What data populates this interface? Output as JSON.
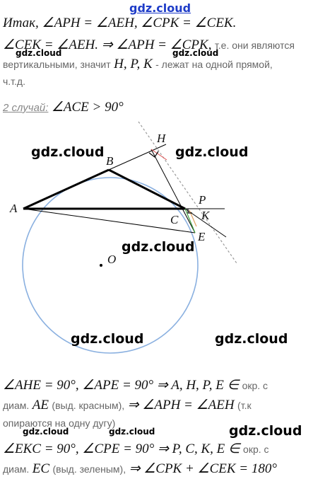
{
  "watermark": {
    "top": "gdz.cloud",
    "big": "gdz.cloud",
    "small": "gdz.cloud"
  },
  "lines": {
    "line1": "Итак, ∠APH = ∠AEH, ∠CPK = ∠CEK.",
    "line2_math": "∠CEK = ∠AEH. ⇒ ∠APH = ∠CPK,",
    "line2_text": "т.е. они являются",
    "line3_text1": "вертикальными, значит",
    "line3_math": "H, P, K",
    "line3_text2": "- лежат на одной прямой,",
    "line4_text": "ч.т.д.",
    "case_label": "2 случай:",
    "case_math": "∠ACE > 90°",
    "b1_math": "∠AHE = 90°, ∠APE = 90° ⇒ A, H, P, E ∈",
    "b1_text": "окр. с",
    "b2_text1": "диам.",
    "b2_math1": "AE",
    "b2_text2": "(выд. красным),",
    "b2_math2": "⇒ ∠APH = ∠AEH",
    "b2_text3": "(т.к",
    "b3_text": "опираются на одну дугу)",
    "b4_math": "∠EKC = 90°, ∠CPE = 90° ⇒ P, C, K, E ∈",
    "b4_text": "окр. с",
    "b5_text1": "диам.",
    "b5_math1": "EC",
    "b5_text2": "(выд. зеленым),",
    "b5_math2": "⇒ ∠CPK + ∠CEK = 180°"
  },
  "figure": {
    "labels": {
      "A": "A",
      "B": "B",
      "C": "C",
      "H": "H",
      "P": "P",
      "K": "K",
      "E": "E",
      "O": "O"
    },
    "colors": {
      "circle": "#8ab0e0",
      "main": "#000000",
      "dotted": "#999999",
      "red": "#e05050",
      "green": "#40a040",
      "orange": "#e0a060"
    }
  }
}
